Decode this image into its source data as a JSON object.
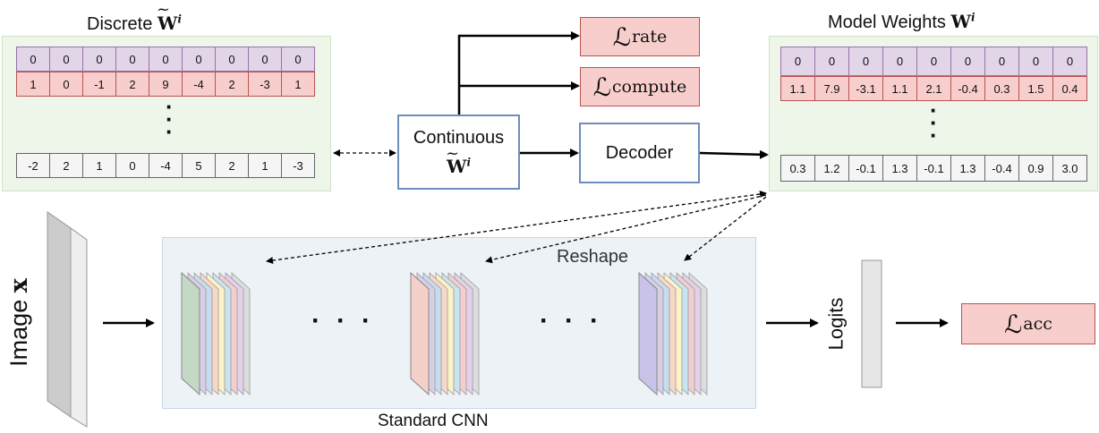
{
  "discrete": {
    "title_prefix": "Discrete",
    "symbol": "W",
    "superscript": "i",
    "row_zero": [
      "0",
      "0",
      "0",
      "0",
      "0",
      "0",
      "0",
      "0",
      "0"
    ],
    "row_one": [
      "1",
      "0",
      "-1",
      "2",
      "9",
      "-4",
      "2",
      "-3",
      "1"
    ],
    "row_last": [
      "-2",
      "2",
      "1",
      "0",
      "-4",
      "5",
      "2",
      "1",
      "-3"
    ]
  },
  "model_weights": {
    "title_prefix": "Model Weights",
    "symbol": "W",
    "superscript": "i",
    "row_zero": [
      "0",
      "0",
      "0",
      "0",
      "0",
      "0",
      "0",
      "0",
      "0"
    ],
    "row_one": [
      "1.1",
      "7.9",
      "-3.1",
      "1.1",
      "2.1",
      "-0.4",
      "0.3",
      "1.5",
      "0.4"
    ],
    "row_last": [
      "0.3",
      "1.2",
      "-0.1",
      "1.3",
      "-0.1",
      "1.3",
      "-0.4",
      "0.9",
      "3.0"
    ]
  },
  "continuous": {
    "label": "Continuous",
    "symbol": "W",
    "superscript": "i"
  },
  "decoder": {
    "label": "Decoder"
  },
  "losses": {
    "rate": {
      "symbol": "ℒ",
      "sub": "rate"
    },
    "compute": {
      "symbol": "ℒ",
      "sub": "compute"
    },
    "acc": {
      "symbol": "ℒ",
      "sub": "acc"
    }
  },
  "image": {
    "label_prefix": "Image",
    "symbol": "x"
  },
  "cnn": {
    "label": "Standard CNN",
    "reshape": "Reshape"
  },
  "logits": {
    "label": "Logits"
  },
  "colors": {
    "purple": "#e1d5e7",
    "red": "#f8cecc",
    "gray": "#f5f5f5",
    "green_panel": "#eef6ea",
    "blue_panel": "#edf2f7",
    "box_border": "#6c8ebf",
    "slice_colors": [
      "#c3d9c5",
      "#d6cfe6",
      "#c8dcef",
      "#f6d8c6",
      "#fdf1c7",
      "#c8e4ee",
      "#f4cece",
      "#e3d1ea",
      "#dddddd"
    ]
  }
}
